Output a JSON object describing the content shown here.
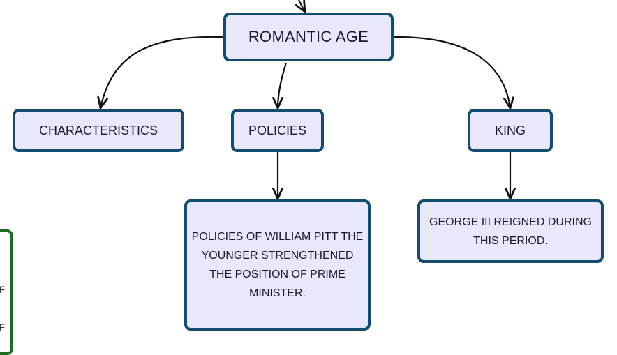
{
  "diagram": {
    "root": {
      "label": "ROMANTIC AGE"
    },
    "branches": [
      {
        "label": "CHARACTERISTICS"
      },
      {
        "label": "POLICIES"
      },
      {
        "label": "KING"
      }
    ],
    "details": [
      {
        "label": "POLICIES OF WILLIAM PITT THE YOUNGER STRENGTHENED THE POSITION OF PRIME MINISTER."
      },
      {
        "label": "GEORGE III REIGNED DURING THIS PERIOD."
      }
    ],
    "partial_node_text": [
      "F",
      "F"
    ]
  },
  "colors": {
    "node_fill": "#e8e8fa",
    "node_border": "#144b6e",
    "partial_border": "#1f6b22",
    "connector": "#111111"
  }
}
